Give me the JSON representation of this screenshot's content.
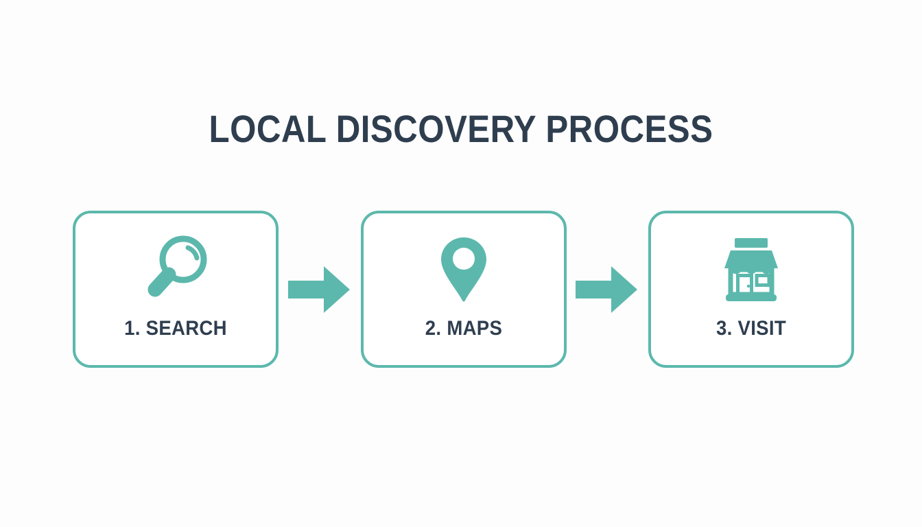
{
  "page": {
    "title": "LOCAL DISCOVERY PROCESS",
    "background_color": "#fdfdfd",
    "accent_color": "#5cb8ac",
    "text_color": "#2f3e4f"
  },
  "flow": {
    "steps": [
      {
        "label": "1. SEARCH",
        "icon": "magnifying-glass-icon",
        "step_number": "1",
        "name": "SEARCH"
      },
      {
        "label": "2. MAPS",
        "icon": "map-pin-icon",
        "step_number": "2",
        "name": "MAPS"
      },
      {
        "label": "3. VISIT",
        "icon": "storefront-icon",
        "step_number": "3",
        "name": "VISIT"
      }
    ],
    "connectors": [
      {
        "icon": "arrow-right-icon"
      },
      {
        "icon": "arrow-right-icon"
      }
    ]
  }
}
